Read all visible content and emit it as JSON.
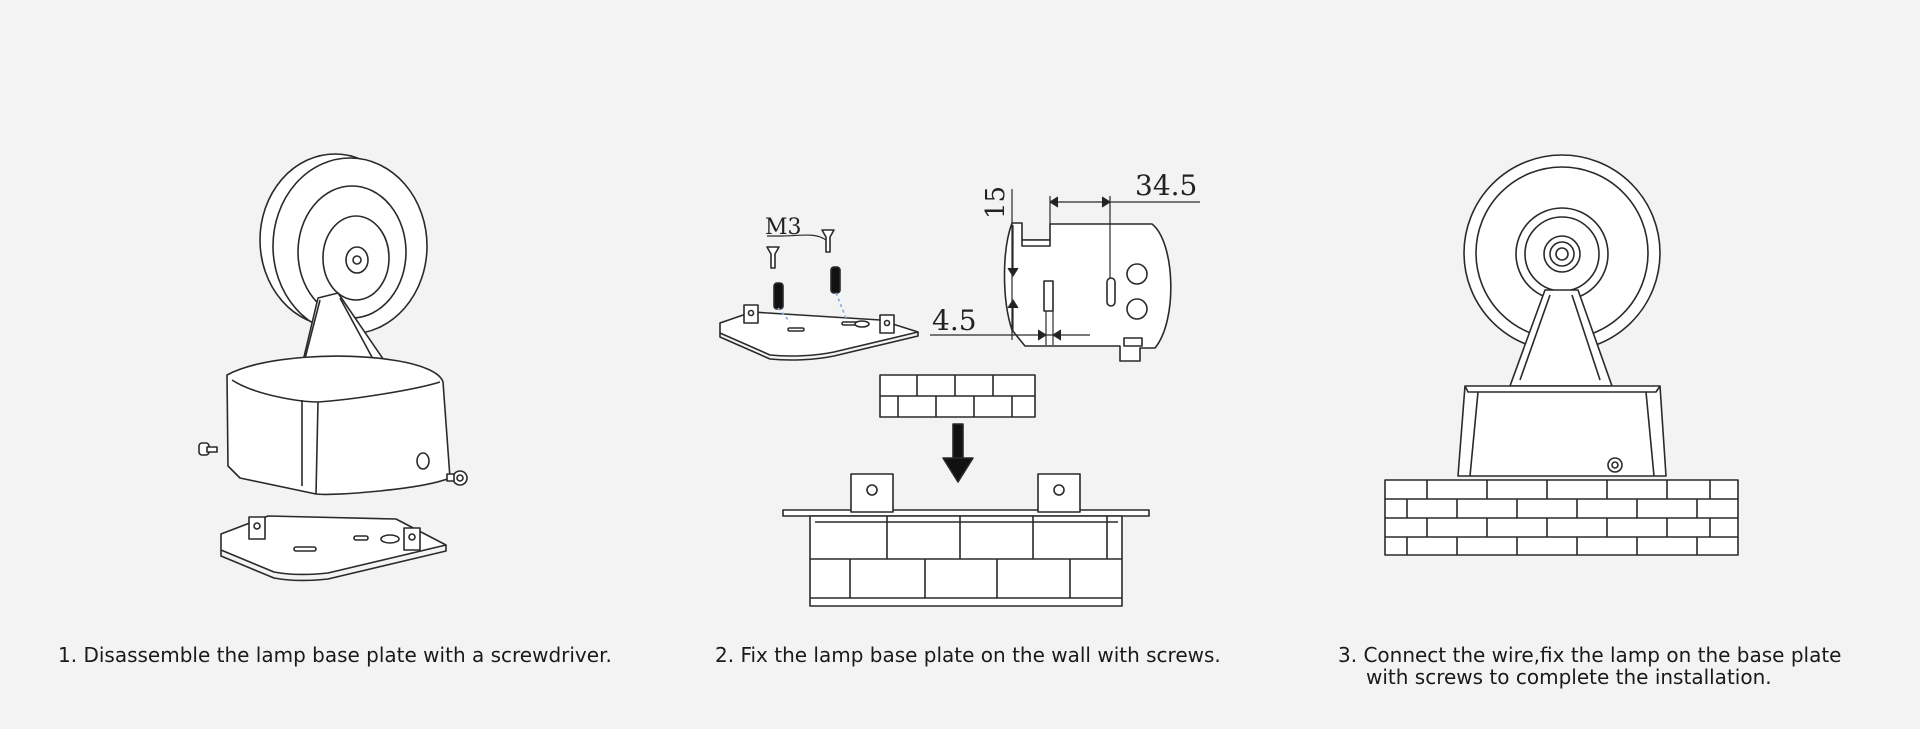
{
  "steps": [
    {
      "text": "1. Disassemble the lamp base plate with a screwdriver."
    },
    {
      "text": "2. Fix the lamp base plate on the wall with screws."
    },
    {
      "text": "3. Connect the wire,fix the lamp on the base plate",
      "text_cont": "with screws to complete the installation."
    }
  ],
  "diagram_labels": {
    "screw": "M3",
    "dim_15": "15",
    "dim_34_5": "34.5",
    "dim_4_5": "4.5"
  },
  "colors": {
    "background": "#f3f3f3",
    "line": "#2a2a2a",
    "fill": "#ffffff"
  }
}
